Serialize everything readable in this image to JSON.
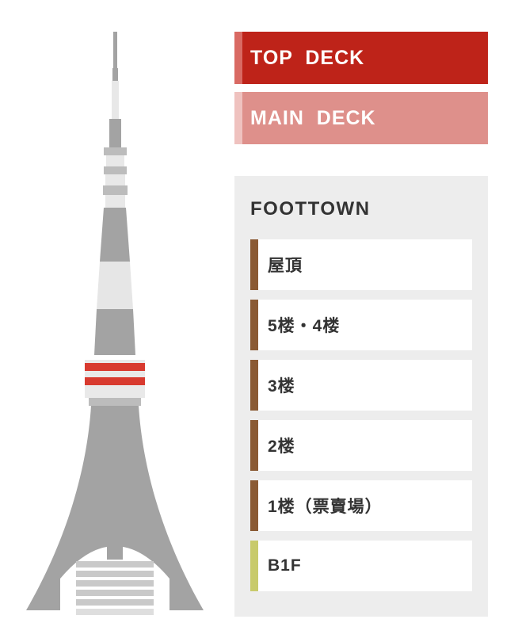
{
  "nav": {
    "top_deck": "TOP  DECK",
    "main_deck": "MAIN  DECK"
  },
  "foottown": {
    "title": "FOOTTOWN",
    "floors": [
      {
        "label": "屋頂"
      },
      {
        "label": "5楼・4楼"
      },
      {
        "label": "3楼"
      },
      {
        "label": "2楼"
      },
      {
        "label": "1楼（票賣場）"
      },
      {
        "label": "B1F"
      }
    ]
  },
  "colors": {
    "top_deck": "#be2319",
    "main_deck": "#de908b",
    "floor_marker": "#8a5a34",
    "b1_marker": "#c8ca6b",
    "tower_gray": "#a3a3a3",
    "tower_light": "#e6e6e6",
    "tower_red": "#d83a2f"
  }
}
